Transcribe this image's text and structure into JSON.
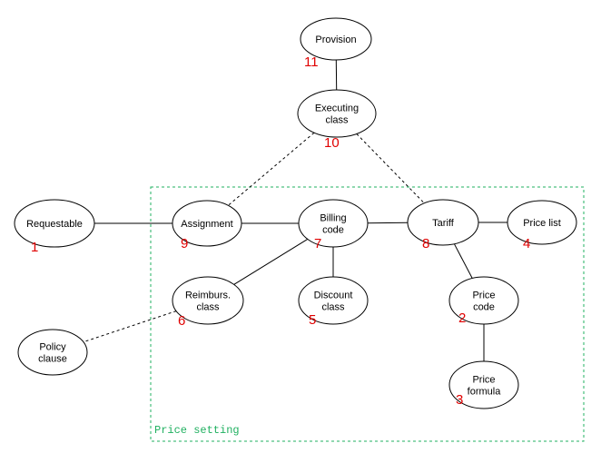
{
  "colors": {
    "number": "#e00000",
    "group": "#20b060",
    "edge": "#000000",
    "node_fill": "#ffffff"
  },
  "group": {
    "label": "Price setting"
  },
  "nodes": [
    {
      "id": "provision",
      "lines": [
        "Provision"
      ],
      "number": "11"
    },
    {
      "id": "executing-class",
      "lines": [
        "Executing",
        "class"
      ],
      "number": "10"
    },
    {
      "id": "requestable",
      "lines": [
        "Requestable"
      ],
      "number": "1"
    },
    {
      "id": "assignment",
      "lines": [
        "Assignment"
      ],
      "number": "9"
    },
    {
      "id": "billing-code",
      "lines": [
        "Billing",
        "code"
      ],
      "number": "7"
    },
    {
      "id": "tariff",
      "lines": [
        "Tariff"
      ],
      "number": "8"
    },
    {
      "id": "price-list",
      "lines": [
        "Price list"
      ],
      "number": "4"
    },
    {
      "id": "reimburs-class",
      "lines": [
        "Reimburs.",
        "class"
      ],
      "number": "6"
    },
    {
      "id": "discount-class",
      "lines": [
        "Discount",
        "class"
      ],
      "number": "5"
    },
    {
      "id": "price-code",
      "lines": [
        "Price",
        "code"
      ],
      "number": "2"
    },
    {
      "id": "policy-clause",
      "lines": [
        "Policy",
        "clause"
      ],
      "number": ""
    },
    {
      "id": "price-formula",
      "lines": [
        "Price",
        "formula"
      ],
      "number": "3"
    }
  ],
  "edges": [
    {
      "from": "provision",
      "to": "executing-class",
      "style": "solid"
    },
    {
      "from": "executing-class",
      "to": "assignment",
      "style": "dashed"
    },
    {
      "from": "executing-class",
      "to": "tariff",
      "style": "dashed"
    },
    {
      "from": "requestable",
      "to": "assignment",
      "style": "solid"
    },
    {
      "from": "assignment",
      "to": "billing-code",
      "style": "solid"
    },
    {
      "from": "billing-code",
      "to": "tariff",
      "style": "solid"
    },
    {
      "from": "tariff",
      "to": "price-list",
      "style": "solid"
    },
    {
      "from": "billing-code",
      "to": "reimburs-class",
      "style": "solid"
    },
    {
      "from": "billing-code",
      "to": "discount-class",
      "style": "solid"
    },
    {
      "from": "tariff",
      "to": "price-code",
      "style": "solid"
    },
    {
      "from": "price-code",
      "to": "price-formula",
      "style": "solid"
    },
    {
      "from": "reimburs-class",
      "to": "policy-clause",
      "style": "dashed"
    }
  ]
}
